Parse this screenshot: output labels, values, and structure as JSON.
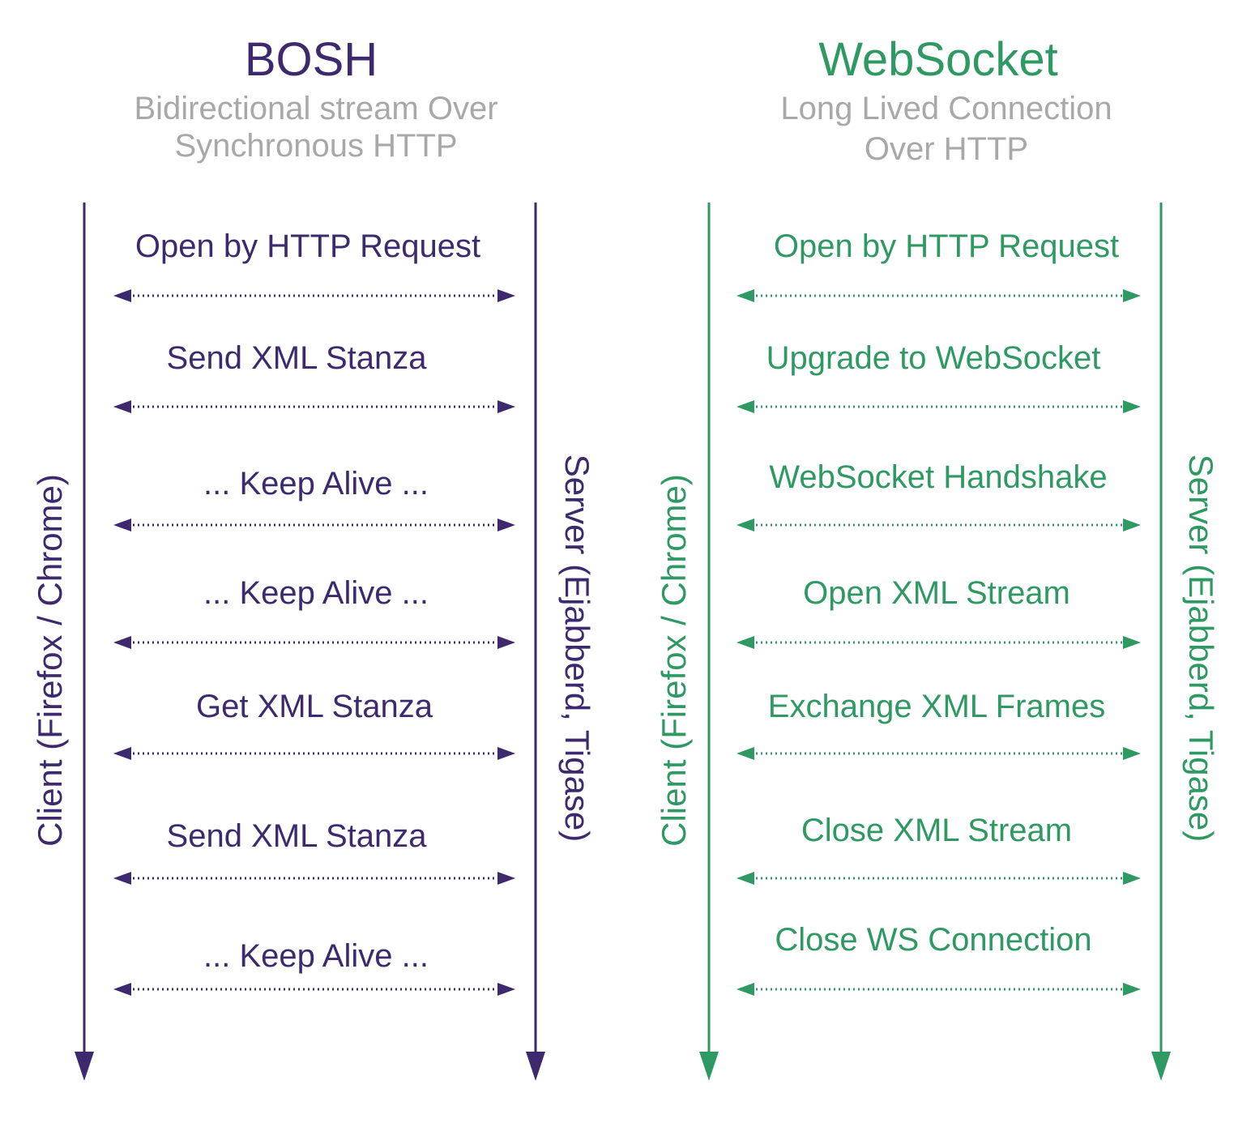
{
  "colors": {
    "bosh": "#3d2a6e",
    "websocket": "#2e9962",
    "subtitle": "#a8a8a8"
  },
  "bosh": {
    "title": "BOSH",
    "subtitle_line1": "Bidirectional stream Over",
    "subtitle_line2": "Synchronous HTTP",
    "client_label": "Client (Firefox / Chrome)",
    "server_label": "Server (Ejabberd, Tigase)",
    "messages": [
      "Open by HTTP Request",
      "Send XML Stanza",
      "... Keep Alive ...",
      "... Keep Alive ...",
      "Get XML Stanza",
      "Send XML Stanza",
      "... Keep Alive ..."
    ]
  },
  "websocket": {
    "title": "WebSocket",
    "subtitle_line1": "Long Lived Connection",
    "subtitle_line2": "Over HTTP",
    "client_label": "Client (Firefox / Chrome)",
    "server_label": "Server (Ejabberd, Tigase)",
    "messages": [
      "Open by HTTP Request",
      "Upgrade to WebSocket",
      "WebSocket Handshake",
      "Open XML Stream",
      "Exchange XML Frames",
      "Close XML Stream",
      "Close WS Connection"
    ]
  }
}
